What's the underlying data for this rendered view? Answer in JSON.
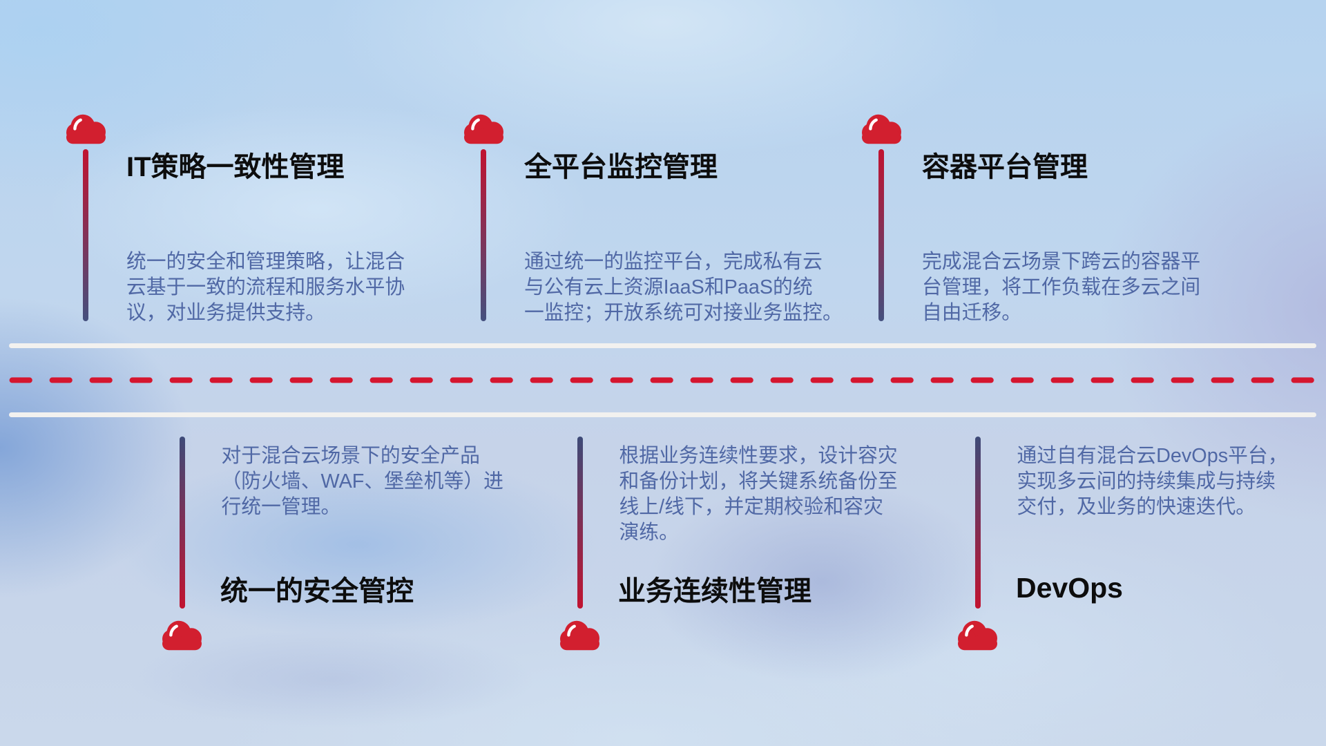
{
  "theme": {
    "cloud_red": "#d21f2f",
    "stem_red": "#c11330",
    "stem_navy": "#414d7c",
    "title_color": "#0d0d0d",
    "desc_color": "#5068a5",
    "divider_line_color": "#f2f1ef",
    "divider_dash_color": "#d5162f"
  },
  "top_items": [
    {
      "title": "IT策略一致性管理",
      "description": "统一的安全和管理策略，让混合\n云基于一致的流程和服务水平协\n议，对业务提供支持。"
    },
    {
      "title": "全平台监控管理",
      "description": "通过统一的监控平台，完成私有云\n与公有云上资源IaaS和PaaS的统\n一监控；开放系统可对接业务监控。"
    },
    {
      "title": "容器平台管理",
      "description": "完成混合云场景下跨云的容器平\n台管理，将工作负载在多云之间\n自由迁移。"
    }
  ],
  "bottom_items": [
    {
      "title": "统一的安全管控",
      "description": "对于混合云场景下的安全产品\n（防火墙、WAF、堡垒机等）进\n行统一管理。"
    },
    {
      "title": "业务连续性管理",
      "description": "根据业务连续性要求，设计容灾\n和备份计划，将关键系统备份至\n线上/线下，并定期校验和容灾\n演练。"
    },
    {
      "title": "DevOps",
      "description": "通过自有混合云DevOps平台，\n实现多云间的持续集成与持续\n交付，及业务的快速迭代。"
    }
  ]
}
